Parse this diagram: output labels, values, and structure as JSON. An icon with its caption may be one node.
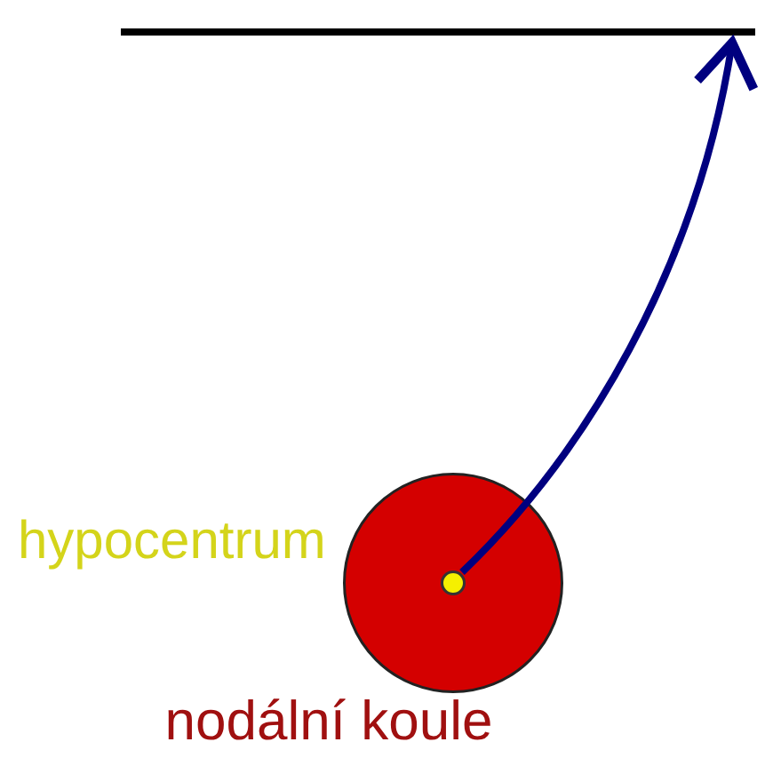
{
  "diagram": {
    "nodes": [
      {
        "text": [
          "nodální koule"
        ]
      },
      {
        "text": [
          "hypocentrum"
        ],
        "in": 0
      },
      {
        "text": [],
        "shape": "bar"
      }
    ],
    "edges": [
      {
        "from": 1,
        "to": 2,
        "arrow": "to"
      }
    ]
  }
}
